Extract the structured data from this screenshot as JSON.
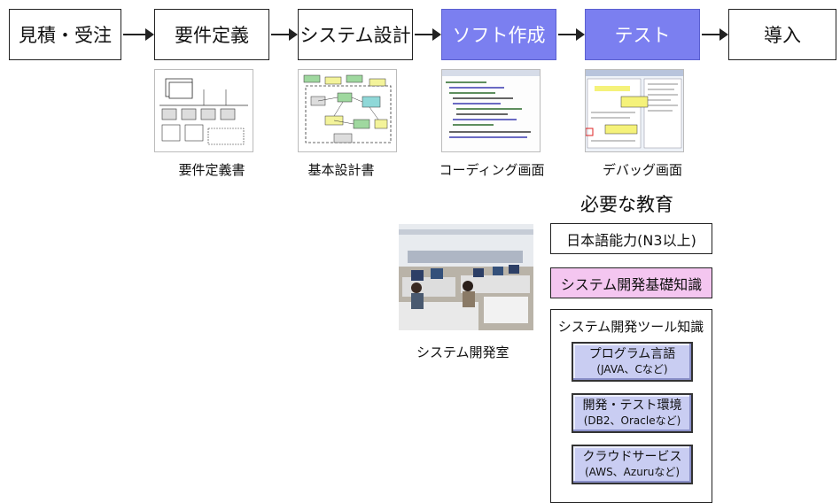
{
  "flow": {
    "steps": [
      "見積・受注",
      "要件定義",
      "システム設計",
      "ソフト作成",
      "テスト",
      "導入"
    ]
  },
  "deliverables": [
    "要件定義書",
    "基本設計書",
    "コーディング画面",
    "デバッグ画面"
  ],
  "room_caption": "システム開発室",
  "education": {
    "title": "必要な教育",
    "japanese": "日本語能力(N3以上)",
    "basic": "システム開発基礎知識",
    "tools_title": "システム開発ツール知識",
    "tools": [
      {
        "title": "プログラム言語",
        "sub": "(JAVA、Cなど)"
      },
      {
        "title": "開発・テスト環境",
        "sub": "(DB2、Oracleなど)"
      },
      {
        "title": "クラウドサービス",
        "sub": "(AWS、Azuruなど)"
      }
    ]
  },
  "colors": {
    "highlight": "#7b7ff0",
    "pink_box": "#f4c6f0",
    "tool_button": "#c9cdf2"
  }
}
